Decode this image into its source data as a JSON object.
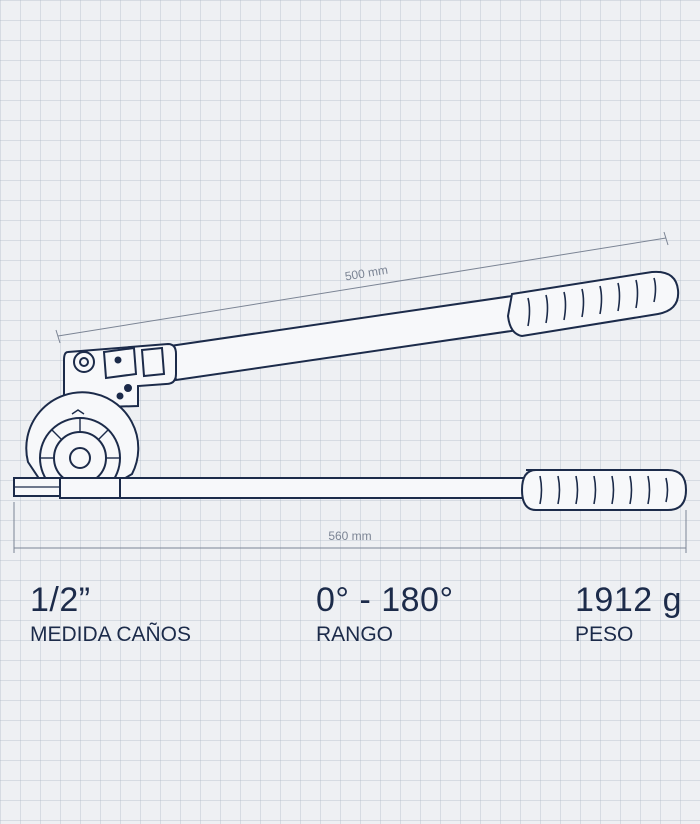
{
  "dimensions": {
    "handle_length": "500 mm",
    "total_length": "560 mm"
  },
  "specs": [
    {
      "value": "1/2”",
      "label": "MEDIDA CAÑOS"
    },
    {
      "value": "0° - 180°",
      "label": "RANGO"
    },
    {
      "value": "1912 g",
      "label": "PESO"
    }
  ],
  "colors": {
    "ink": "#1c2b4a",
    "dimension_line": "#7b8494",
    "paper": "#eef0f3",
    "grid": "#aab4c3"
  }
}
